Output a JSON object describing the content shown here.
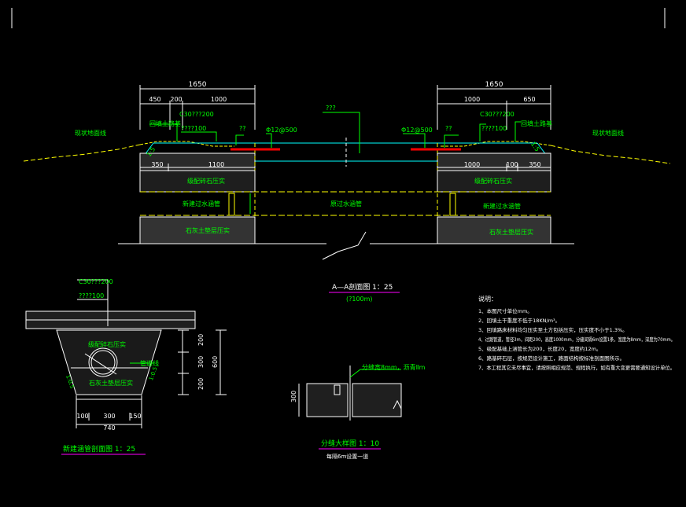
{
  "colors": {
    "background": "#000000",
    "green": "#00ff00",
    "yellow": "#ffff00",
    "cyan": "#00ffff",
    "white": "#ffffff",
    "magenta": "#ff00ff",
    "red": "#ff0000",
    "gray": "#a0a0a0"
  },
  "section_aa": {
    "left": {
      "dim_total": "1650",
      "dim_a": "450",
      "dim_b": "200",
      "dim_c": "1000",
      "dim_lower_a": "350",
      "dim_lower_b": "1100",
      "label_ground": "现状地面线",
      "label_backfill": "回填土路基",
      "label_c30": "C30???200",
      "label_thick": "????100",
      "label_q": "??",
      "label_rebar": "Φ12@500",
      "label_slope": "1:5",
      "layer_1": "级配碎石压实",
      "layer_2": "新建过水涵管",
      "layer_3": "石灰土垫层压实"
    },
    "right": {
      "dim_total": "1650",
      "dim_a": "1000",
      "dim_b": "650",
      "dim_lower_a": "1000",
      "dim_lower_b": "100",
      "dim_lower_c": "350",
      "label_ground": "现状地面线",
      "label_backfill": "回填土路基",
      "label_c30": "C30???200",
      "label_thick": "????100",
      "label_q": "??",
      "label_rebar": "Φ12@500",
      "label_slope": "1:5",
      "layer_1": "级配碎石压实",
      "layer_2": "新建过水涵管",
      "layer_3": "石灰土垫层压实"
    },
    "center_top_label": "???",
    "center_pipe_label": "原过水涵管",
    "title": "A—A剖面图  1：25",
    "subtitle": "(?100m)"
  },
  "pipe_section": {
    "label_c30": "C30???200",
    "label_thick": "????100",
    "label_inner": "级配碎石压实",
    "label_lower": "石灰土垫层压实",
    "label_pipe": "管道线",
    "label_slope_left": "1:0.5",
    "label_slope_right": "1:0.5",
    "dim_v1": "200",
    "dim_v2": "300",
    "dim_v3": "200",
    "dim_v_total": "600",
    "dim_h1": "100",
    "dim_h2": "300",
    "dim_h3": "150",
    "dim_h_total": "740",
    "title": "新建涵管剖面图  1：25"
  },
  "joint_detail": {
    "label_joint": "分缝宽8mm，沥青Ⅱm",
    "dim_v": "300",
    "title": "分缝大样图  1：10",
    "subtitle": "每隔6m设置一道"
  },
  "notes": {
    "heading": "说明：",
    "items": [
      "1、本图尺寸单位mm。",
      "2、回填土干重度不低于18KN/m³。",
      "3、回填路床材料均匀压实至土方包括压实，压实度不小于1.3%。",
      "4、过路管道，管径3m，间距200，高度1000mm，分缝间隔6m设置1条，宽度为8mm，深度为70mm。",
      "5、级配基础上涵管长为200，长度20，宽度约12m。",
      "6、路基碎石层，按规范设计施工，路面结构按标准剖面图所示。",
      "7、本工程其它未尽事宜，请按照相应规范、规程执行，如有重大变更需要通知设计单位。"
    ]
  }
}
